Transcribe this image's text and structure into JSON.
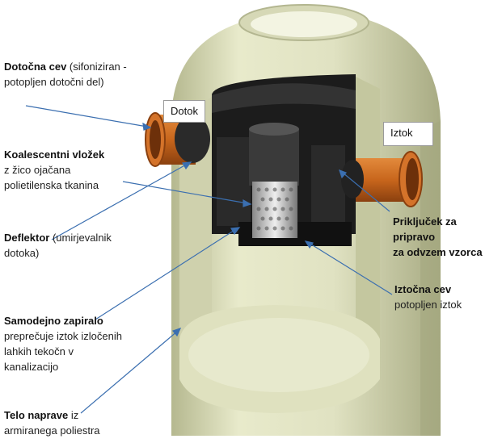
{
  "labels": {
    "dotocna_cev": {
      "title": "Dotočna cev",
      "desc_1": " (sifoniziran -",
      "desc_2": "potopljen dotočni del)"
    },
    "koalescentni": {
      "title": "Koalescentni vložek",
      "desc_1": "z žico ojačana",
      "desc_2": "polietilenska tkanina"
    },
    "deflektor": {
      "title": "Deflektor",
      "desc_1": " (umirjevalnik",
      "desc_2": "dotoka)"
    },
    "samodejno": {
      "title": "Samodejno zapiralo",
      "desc_1": "preprečuje iztok izločenih",
      "desc_2": "lahkih tekočn v",
      "desc_3": "kanalizacijo"
    },
    "telo": {
      "title": "Telo naprave",
      "desc_1": " iz",
      "desc_2": "armiranega poliestra"
    },
    "prikljucek": {
      "title_1": "Priključek za pripravo",
      "title_2": "za odvzem vzorca"
    },
    "iztocna_cev": {
      "title": "Iztočna cev",
      "desc_1": "potopljen iztok"
    }
  },
  "boxes": {
    "dotok": "Dotok",
    "iztok": "Iztok"
  },
  "colors": {
    "body": "#e4e6c6",
    "body_shade": "#bfc29c",
    "pipe": "#c8661c",
    "interior": "#1c1c1c"
  }
}
